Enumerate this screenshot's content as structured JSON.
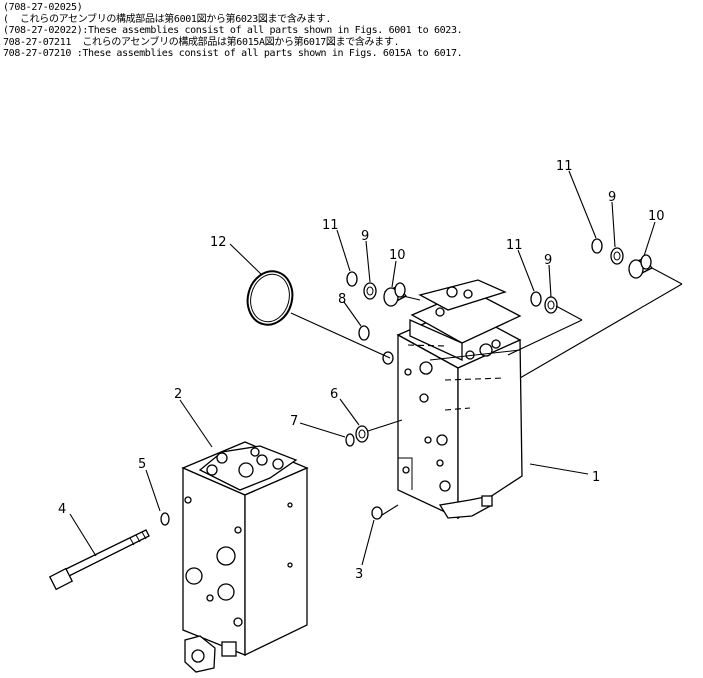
{
  "header": {
    "lines": [
      "(708-27-02025)",
      "(  これらのアセンブリの構成部品は第6001図から第6023図まで含みます.",
      "(708-27-02022):These assemblies consist of all parts shown in Figs. 6001 to 6023.",
      "708-27-07211  これらのアセンブリの構成部品は第6015A図から第6017図まで含みます.",
      "708-27-07210 :These assemblies consist of all parts shown in Figs. 6015A to 6017."
    ]
  },
  "callouts": {
    "c1": "1",
    "c2": "2",
    "c3": "3",
    "c4": "4",
    "c5": "5",
    "c6": "6",
    "c7": "7",
    "c8": "8",
    "c9a": "9",
    "c9b": "9",
    "c9c": "9",
    "c10a": "10",
    "c10b": "10",
    "c11a": "11",
    "c11b": "11",
    "c11c": "11",
    "c12": "12"
  }
}
